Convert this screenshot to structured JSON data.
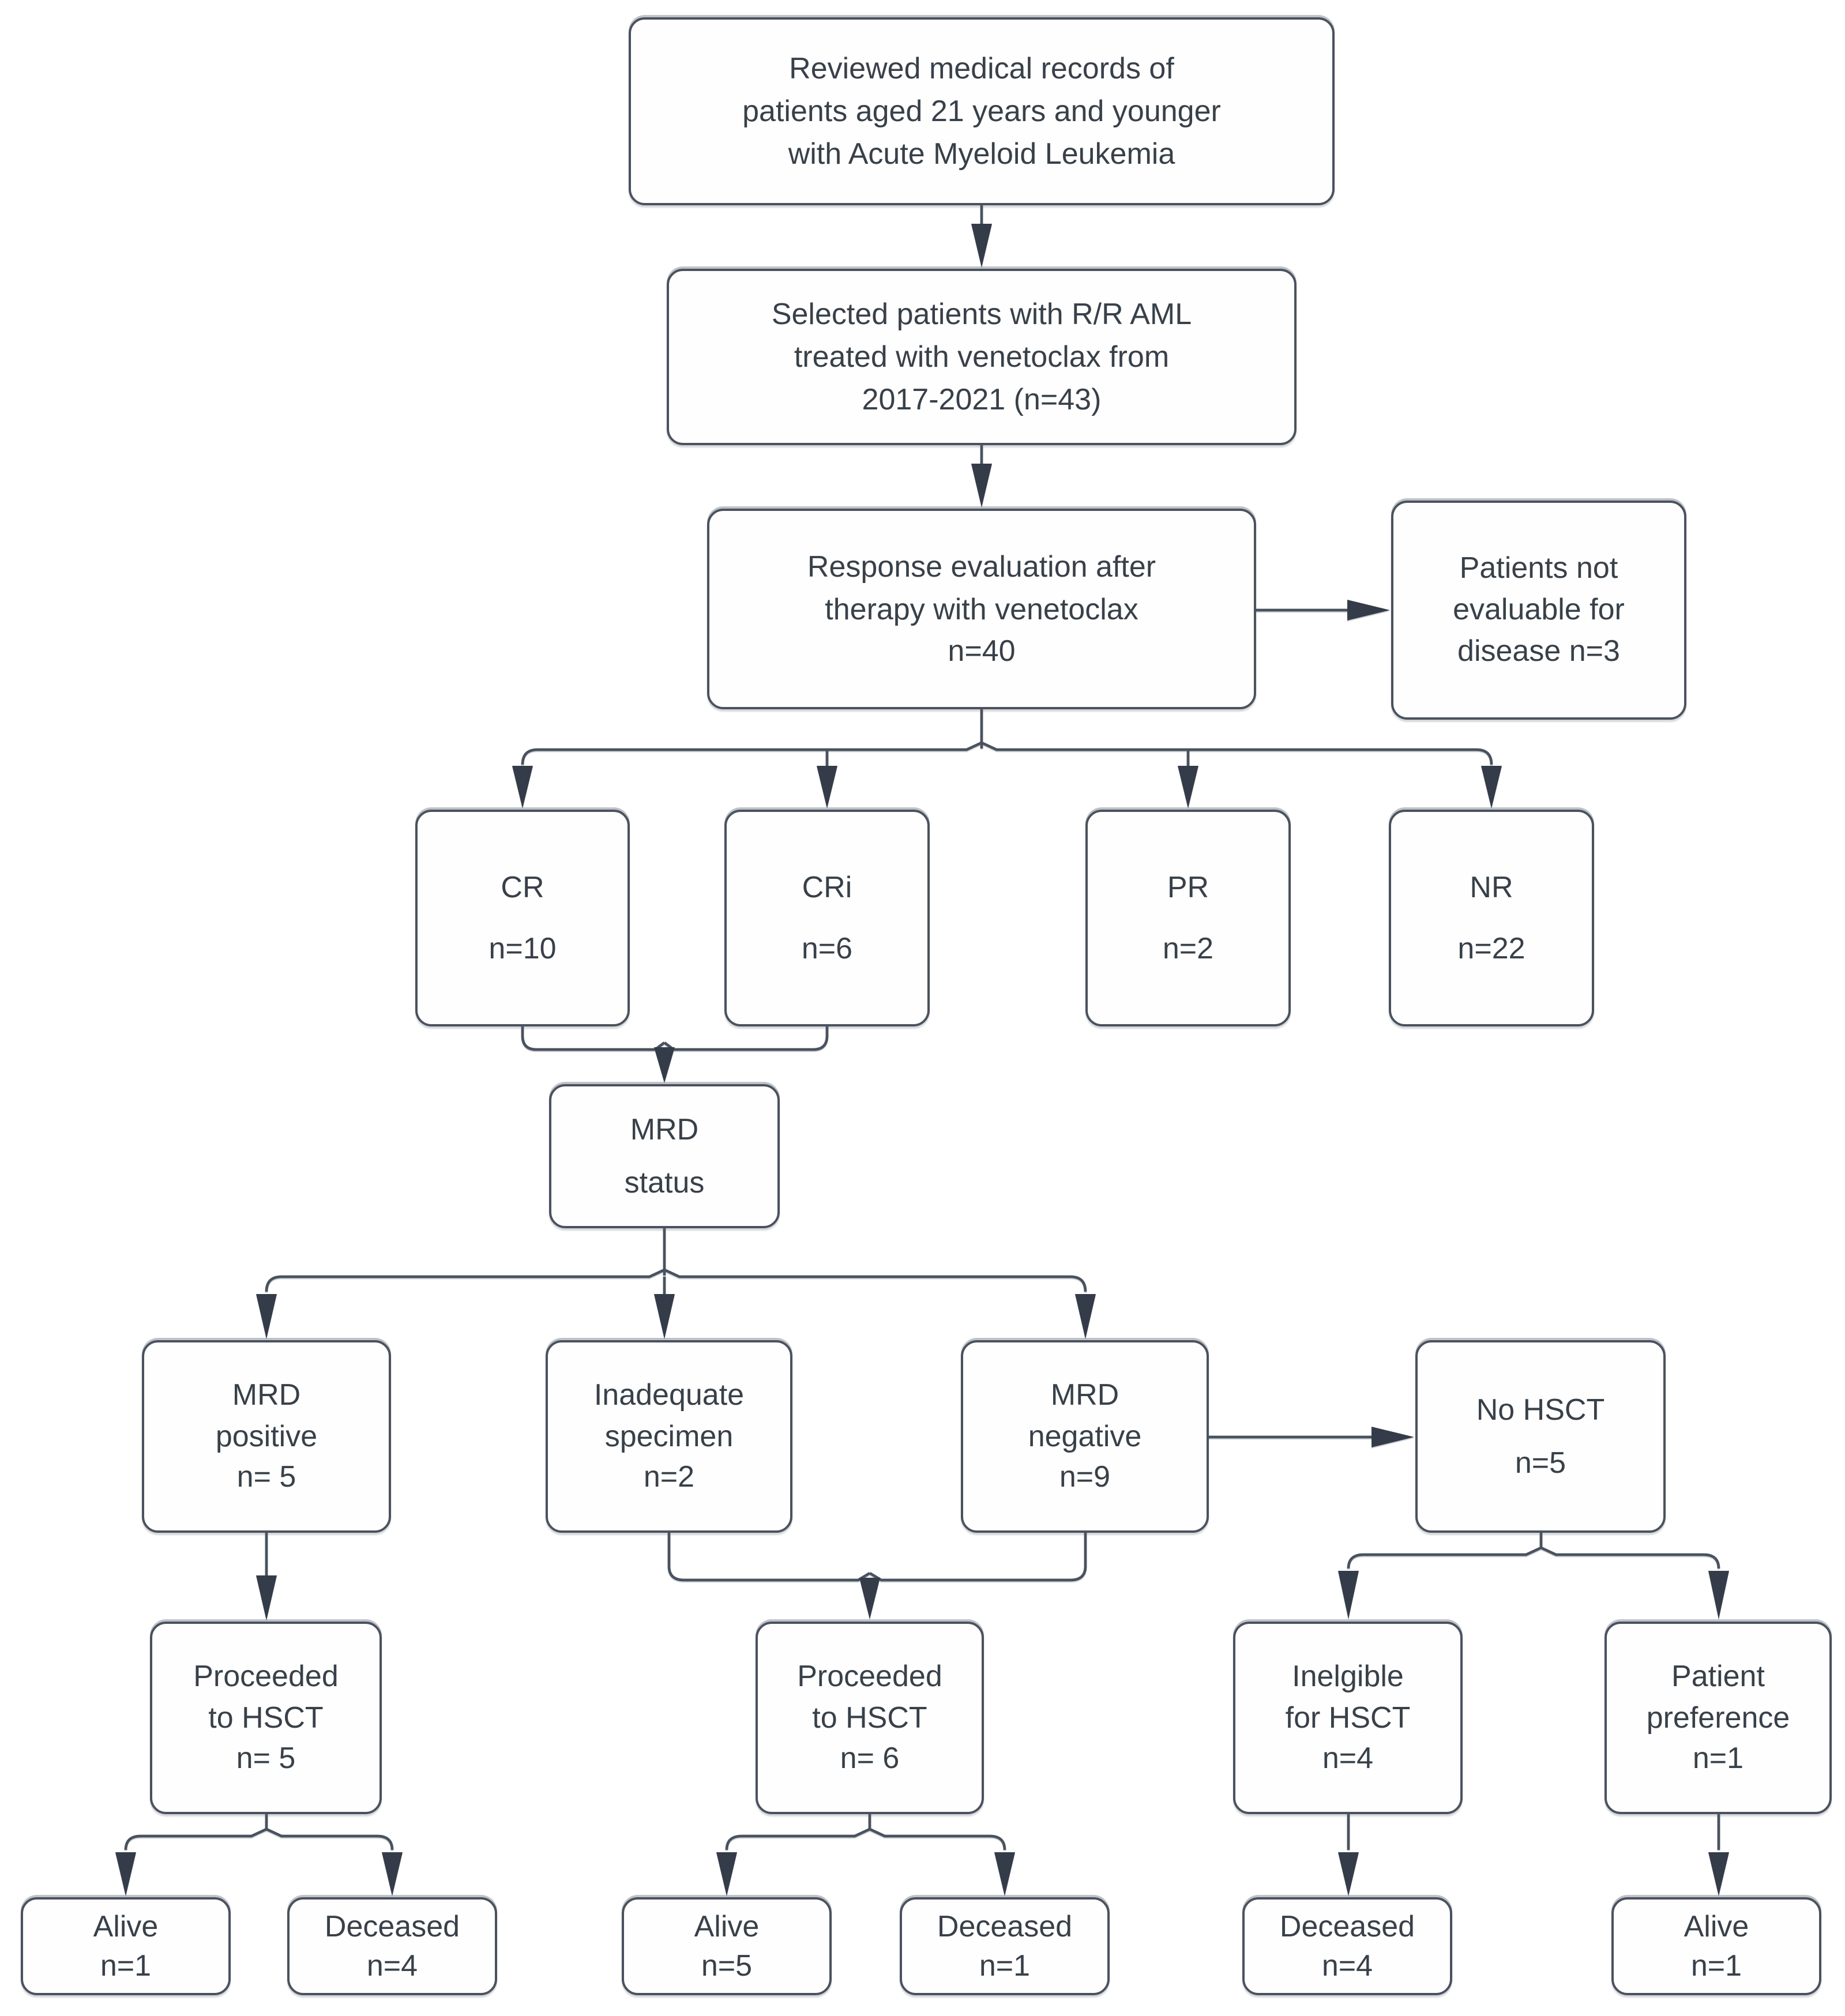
{
  "diagram": {
    "type": "flowchart",
    "description": "Patient flow diagram for pediatric R/R AML treated with venetoclax",
    "nodes": {
      "reviewed": {
        "text": "Reviewed medical records of\npatients aged 21 years and younger\nwith Acute Myeloid Leukemia"
      },
      "selected": {
        "text": "Selected patients with R/R AML\ntreated with venetoclax from\n2017-2021 (n=43)"
      },
      "response_evaluation": {
        "text": "Response evaluation after\ntherapy with venetoclax\nn=40"
      },
      "not_evaluable": {
        "text": "Patients not\nevaluable for\ndisease n=3"
      },
      "cr": {
        "text": "CR\nn=10"
      },
      "cri": {
        "text": "CRi\nn=6"
      },
      "pr": {
        "text": "PR\nn=2"
      },
      "nr": {
        "text": "NR\nn=22"
      },
      "mrd_status": {
        "text": "MRD\nstatus"
      },
      "mrd_positive": {
        "text": "MRD\npositive\nn= 5"
      },
      "inadequate_specimen": {
        "text": "Inadequate\nspecimen\nn=2"
      },
      "mrd_negative": {
        "text": "MRD\nnegative\nn=9"
      },
      "no_hsct": {
        "text": "No HSCT\nn=5"
      },
      "proceeded_hsct_1": {
        "text": "Proceeded\nto HSCT\nn= 5"
      },
      "proceeded_hsct_2": {
        "text": "Proceeded\nto HSCT\nn= 6"
      },
      "ineligible_hsct": {
        "text": "Inelgible\nfor HSCT\nn=4"
      },
      "patient_preference": {
        "text": "Patient\npreference\nn=1"
      },
      "alive_1": {
        "text": "Alive\nn=1"
      },
      "deceased_1": {
        "text": "Deceased\nn=4"
      },
      "alive_2": {
        "text": "Alive\nn=5"
      },
      "deceased_2": {
        "text": "Deceased\nn=1"
      },
      "deceased_3": {
        "text": "Deceased\nn=4"
      },
      "alive_3": {
        "text": "Alive\nn=1"
      }
    },
    "edges": [
      {
        "from": "reviewed",
        "to": "selected"
      },
      {
        "from": "selected",
        "to": "response_evaluation"
      },
      {
        "from": "response_evaluation",
        "to": "not_evaluable"
      },
      {
        "from": "response_evaluation",
        "to": "cr"
      },
      {
        "from": "response_evaluation",
        "to": "cri"
      },
      {
        "from": "response_evaluation",
        "to": "pr"
      },
      {
        "from": "response_evaluation",
        "to": "nr"
      },
      {
        "from": "cr",
        "to": "mrd_status"
      },
      {
        "from": "cri",
        "to": "mrd_status"
      },
      {
        "from": "mrd_status",
        "to": "mrd_positive"
      },
      {
        "from": "mrd_status",
        "to": "inadequate_specimen"
      },
      {
        "from": "mrd_status",
        "to": "mrd_negative"
      },
      {
        "from": "mrd_negative",
        "to": "no_hsct"
      },
      {
        "from": "mrd_positive",
        "to": "proceeded_hsct_1"
      },
      {
        "from": "inadequate_specimen",
        "to": "proceeded_hsct_2"
      },
      {
        "from": "mrd_negative",
        "to": "proceeded_hsct_2"
      },
      {
        "from": "no_hsct",
        "to": "ineligible_hsct"
      },
      {
        "from": "no_hsct",
        "to": "patient_preference"
      },
      {
        "from": "proceeded_hsct_1",
        "to": "alive_1"
      },
      {
        "from": "proceeded_hsct_1",
        "to": "deceased_1"
      },
      {
        "from": "proceeded_hsct_2",
        "to": "alive_2"
      },
      {
        "from": "proceeded_hsct_2",
        "to": "deceased_2"
      },
      {
        "from": "ineligible_hsct",
        "to": "deceased_3"
      },
      {
        "from": "patient_preference",
        "to": "alive_3"
      }
    ],
    "colors": {
      "background": "#ffffff",
      "box_fill": "#fefefe",
      "box_border": "#4a525e",
      "text": "#384049",
      "line": "#49525f",
      "arrowhead": "#343c49"
    }
  }
}
